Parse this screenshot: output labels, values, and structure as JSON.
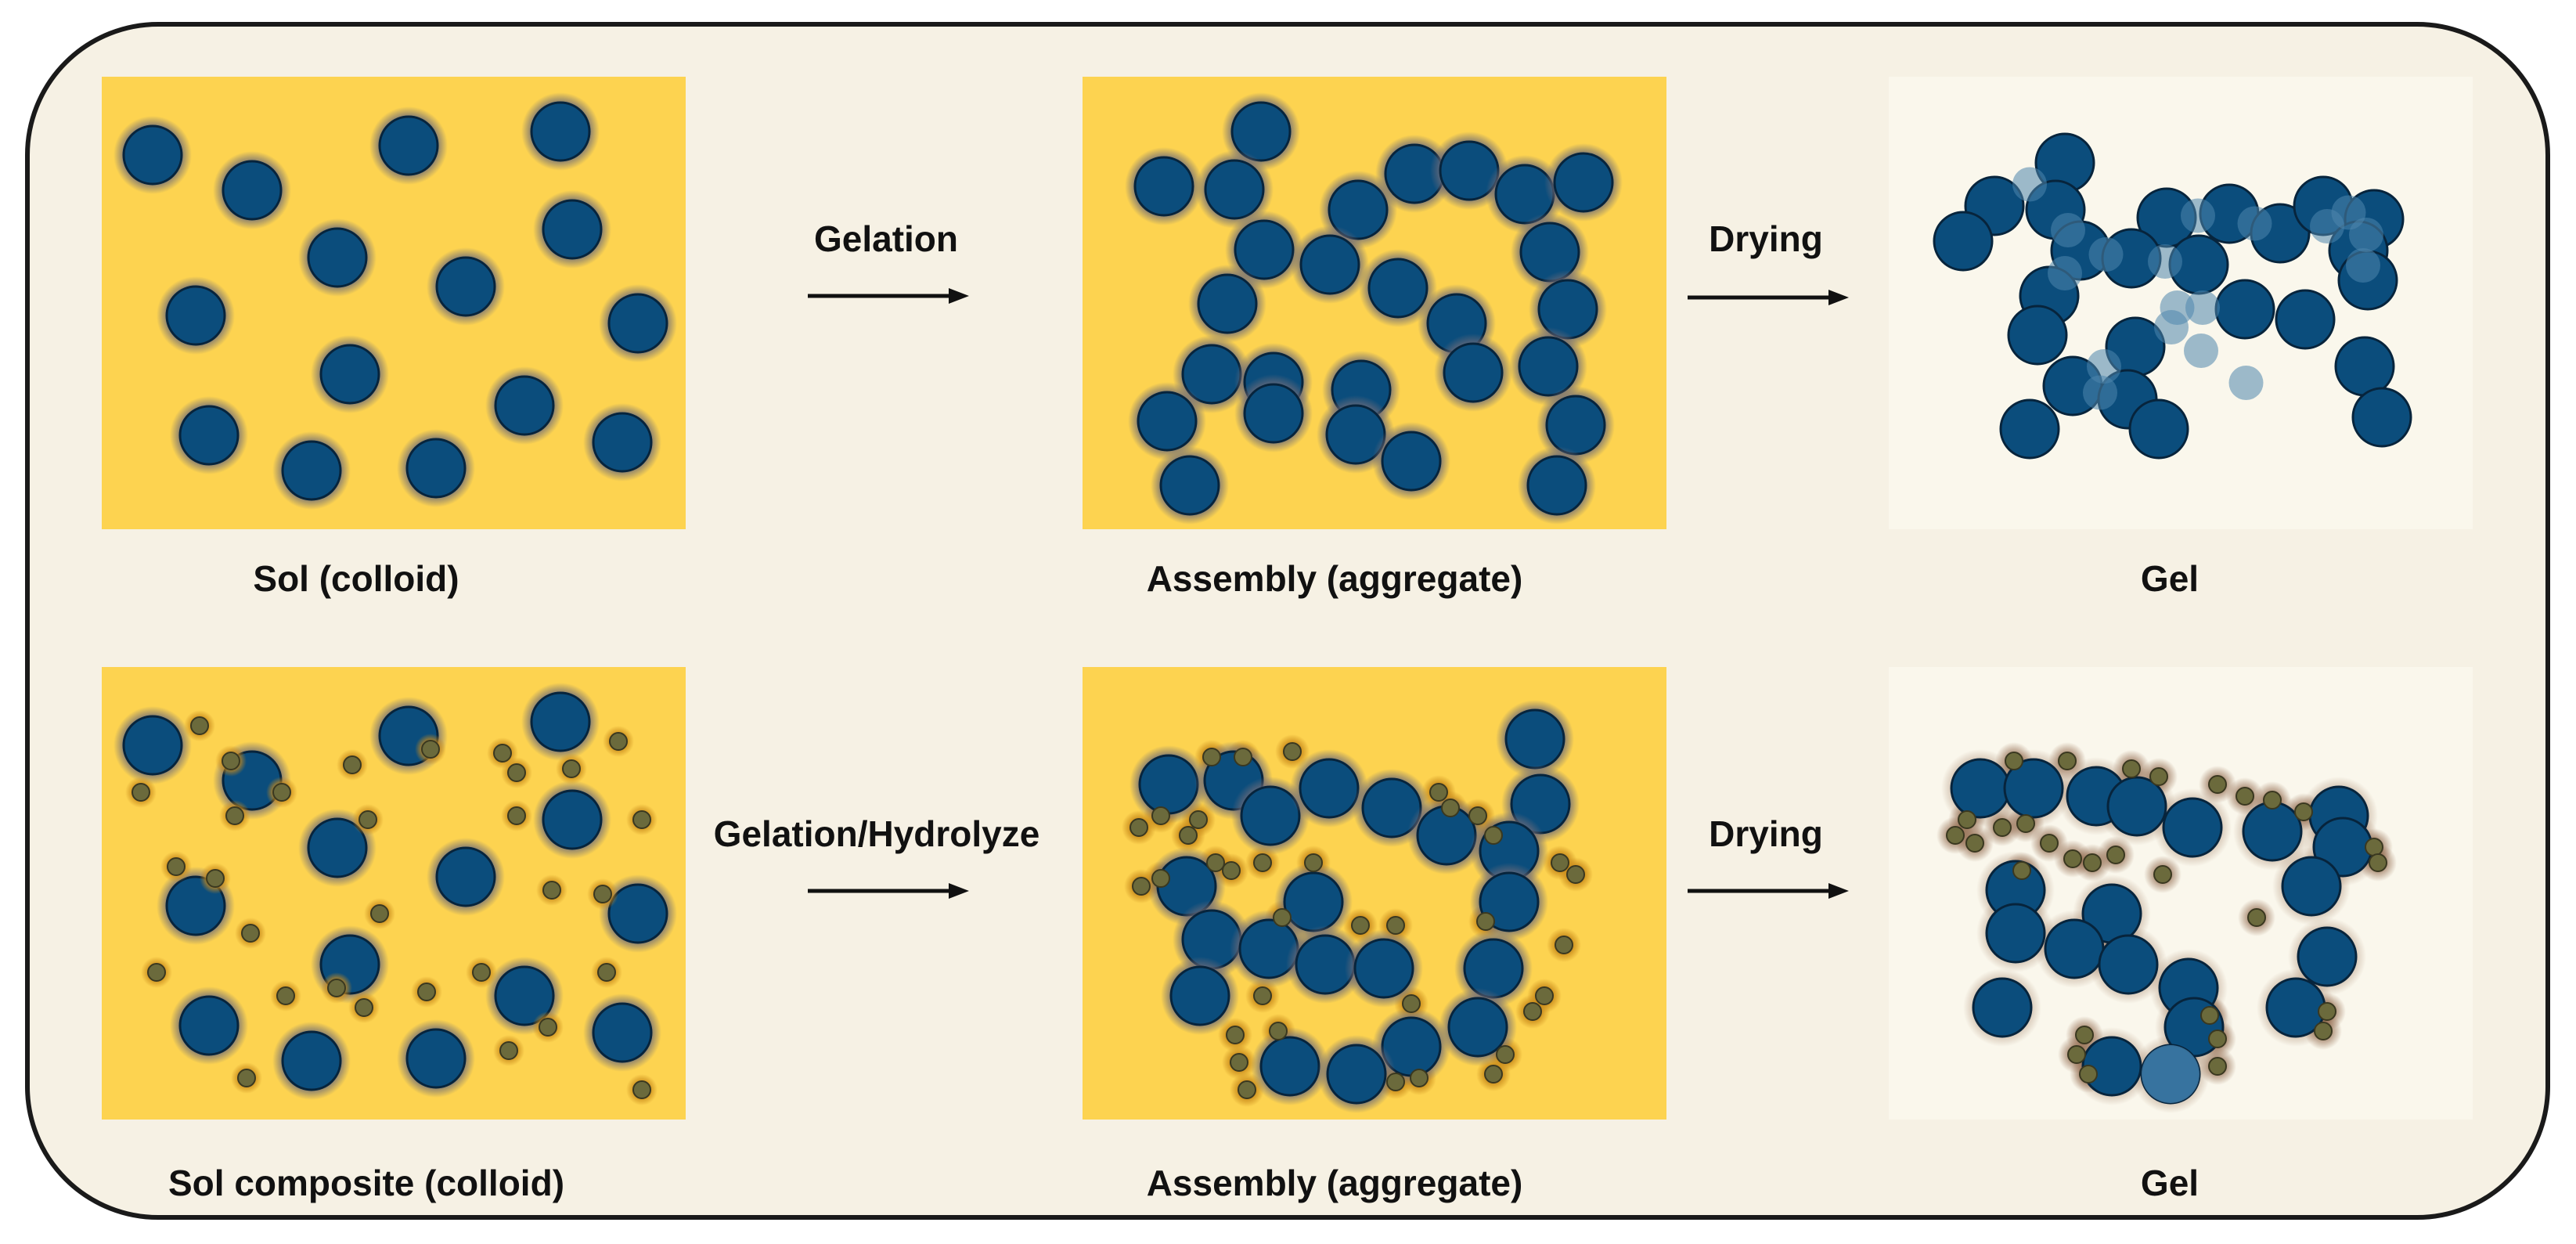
{
  "diagram": {
    "row1": {
      "sol_label": "Sol (colloid)",
      "step1_label": "Gelation",
      "assembly_label": "Assembly (aggregate)",
      "step2_label": "Drying",
      "gel_label": "Gel"
    },
    "row2": {
      "sol_label": "Sol composite (colloid)",
      "step1_label": "Gelation/Hydrolyze",
      "assembly_label": "Assembly (aggregate)",
      "step2_label": "Drying",
      "gel_label": "Gel"
    }
  },
  "colors": {
    "frame_background": "#f6f1e4",
    "medium": "#fdd350",
    "particle": "#0b4d7c",
    "particle_outline": "#07243c",
    "small_particle": "#6b6a3c",
    "small_glow": "#c98a1a",
    "gel_background": "#faf7ec"
  }
}
